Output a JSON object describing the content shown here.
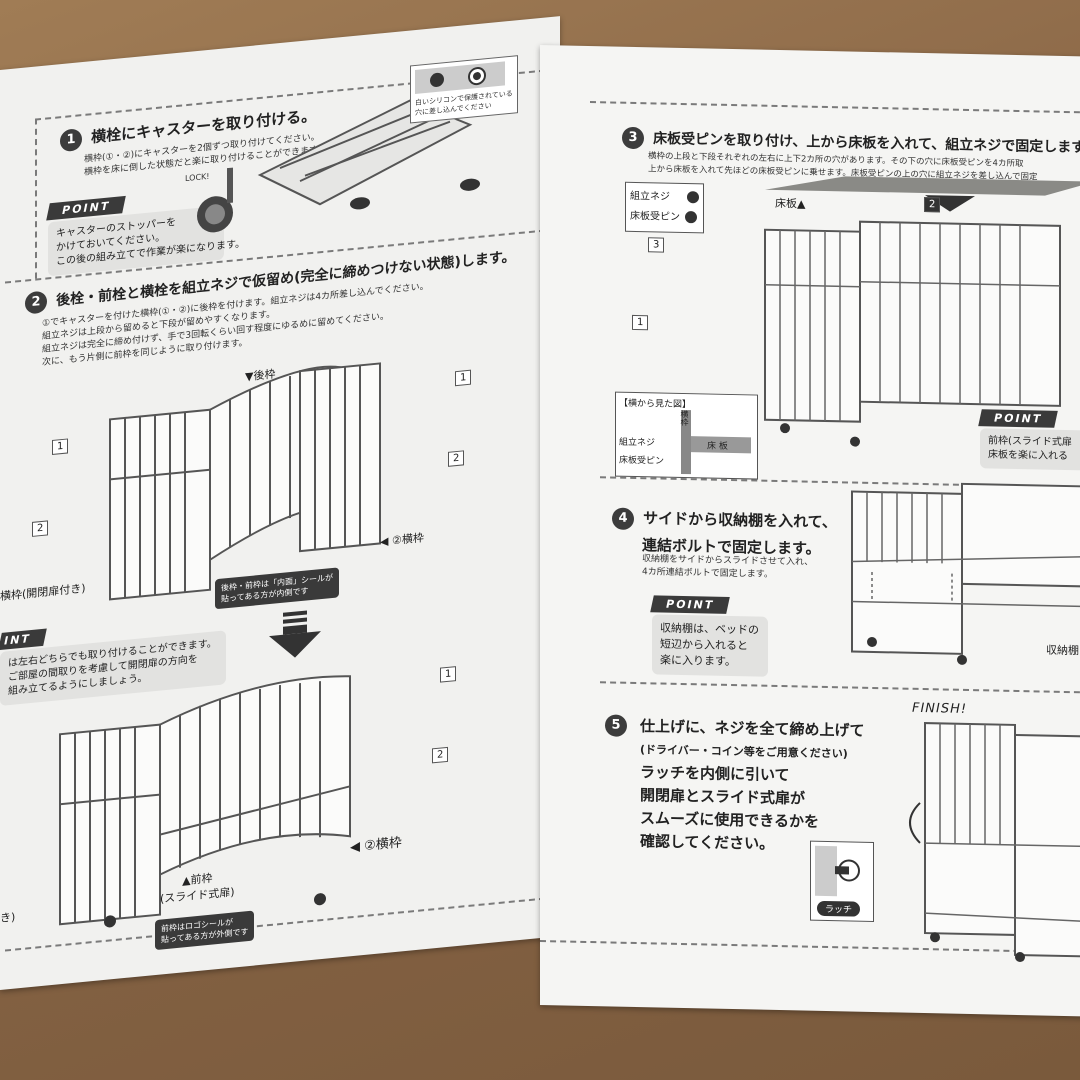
{
  "left": {
    "step1": {
      "num": "1",
      "title": "横栓にキャスターを取り付ける。",
      "lines": [
        "横枠(①・②)にキャスターを2個ずつ取り付けてください。",
        "横枠を床に倒した状態だと楽に取り付けることができます。"
      ],
      "callout": [
        "白いシリコンで保護されている",
        "穴に差し込んでください"
      ],
      "lock": "LOCK!",
      "point_tag": "POINT",
      "point_lines": [
        "キャスターのストッパーを",
        "かけておいてください。",
        "この後の組み立てで作業が楽になります。"
      ]
    },
    "step2": {
      "num": "2",
      "title": "後栓・前栓と横栓を組立ネジで仮留め(完全に締めつけない状態)します。",
      "lines": [
        "①でキャスターを付けた横枠(①・②)に後枠を付けます。組立ネジは4カ所差し込んでください。",
        "組立ネジは上段から留めると下段が留めやすくなります。",
        "組立ネジは完全に締め付けず、手で3回転くらい回す程度にゆるめに留めてください。",
        "次に、もう片側に前枠を同じように取り付けます。"
      ],
      "back_label": "▼後枠",
      "side_label_left": "横枠(開閉扉付き)",
      "side_label_right": "◀ ②横枠",
      "screw_1": "1",
      "screw_2": "2",
      "seal_note": [
        "後枠・前枠は「内面」シールが",
        "貼ってある方が内側です"
      ],
      "front_label": [
        "▲前枠",
        "(スライド式扉)"
      ],
      "side_label_right2": "◀ ②横枠",
      "left_cut": "き)",
      "logo_note": [
        "前枠はロゴシールが",
        "貼ってある方が外側です"
      ]
    },
    "point2": {
      "tag": "INT",
      "lines": [
        "は左右どちらでも取り付けることができます。",
        "ご部屋の間取りを考慮して開閉扉の方向を",
        "組み立てるようにしましょう。"
      ]
    }
  },
  "right": {
    "step3": {
      "num": "3",
      "title": "床板受ピンを取り付け、上から床板を入れて、組立ネジで固定します",
      "lines": [
        "横枠の上段と下段それぞれの左右に上下2カ所の穴があります。その下の穴に床板受ピンを4カ所取",
        "上から床板を入れて先ほどの床板受ピンに乗せます。床板受ピンの上の穴に組立ネジを差し込んで固定"
      ],
      "legend": [
        "組立ネジ",
        "床板受ピン"
      ],
      "floor_label": "床板▲",
      "tag_2": "2",
      "tag_3": "3",
      "tag_1": "1",
      "side_view": {
        "title": "【横から見た図】",
        "side_frame": "横枠",
        "screw": "組立ネジ",
        "pin": "床板受ピン",
        "board": "床 板"
      },
      "point_tag": "POINT",
      "point_lines": [
        "前枠(スライド式扉",
        "床板を楽に入れる"
      ]
    },
    "step4": {
      "num": "4",
      "title_lines": [
        "サイドから収納棚を入れて、",
        "連結ボルトで固定します。"
      ],
      "lines": [
        "収納棚をサイドからスライドさせて入れ、",
        "4カ所連結ボルトで固定します。"
      ],
      "point_tag": "POINT",
      "point_lines": [
        "収納棚は、ベッドの",
        "短辺から入れると",
        "楽に入ります。"
      ],
      "shelf_label": "収納棚"
    },
    "step5": {
      "num": "5",
      "lines": [
        "仕上げに、ネジを全て締め上げて",
        "(ドライバー・コイン等をご用意ください)",
        "ラッチを内側に引いて",
        "開閉扉とスライド式扉が",
        "スムーズに使用できるかを",
        "確認してください。"
      ],
      "finish": "FINISH!",
      "latch": "ラッチ"
    }
  }
}
